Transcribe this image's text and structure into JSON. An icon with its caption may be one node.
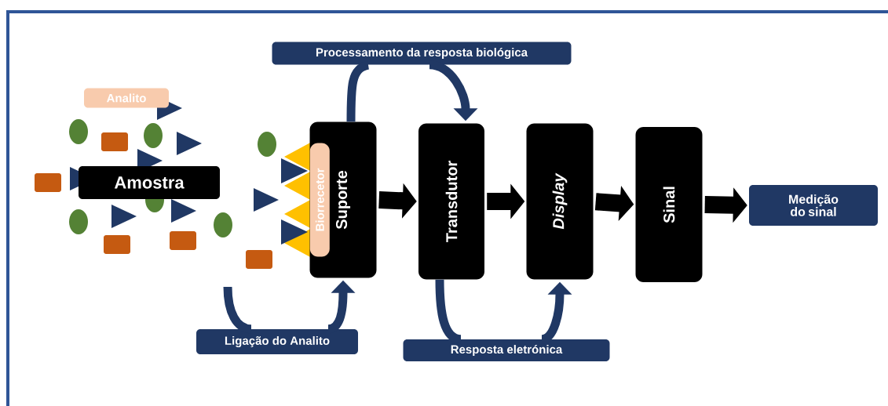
{
  "diagram": {
    "nodes": [
      {
        "text": [
          "Analito"
        ]
      },
      {
        "text": [
          "Amostra"
        ]
      },
      {
        "text": [
          "Suporte"
        ]
      },
      {
        "text": [
          "Biorrecetor"
        ],
        "in": 2
      },
      {
        "text": [
          "Transdutor"
        ]
      },
      {
        "text": [
          "Display"
        ]
      },
      {
        "text": [
          "Sinal"
        ]
      },
      {
        "text": [
          "Medição do sinal"
        ]
      },
      {
        "text": [
          "Processamento da resposta biológica"
        ]
      },
      {
        "text": [
          "Ligação do Analito"
        ]
      },
      {
        "text": [
          "Resposta eletrónica"
        ]
      }
    ],
    "edges": [
      {
        "from": 2,
        "to": 4,
        "arrow": "to",
        "style": "thick",
        "color": "#000000"
      },
      {
        "from": 4,
        "to": 5,
        "arrow": "to",
        "style": "thick",
        "color": "#000000"
      },
      {
        "from": 5,
        "to": 6,
        "arrow": "to",
        "style": "thick",
        "color": "#000000"
      },
      {
        "from": 6,
        "to": 7,
        "arrow": "to",
        "style": "thick",
        "color": "#000000"
      },
      {
        "from": 2,
        "to": 8,
        "arrow": "none"
      },
      {
        "from": 8,
        "to": 4,
        "arrow": "to"
      },
      {
        "from": null,
        "to": 9,
        "arrow": "none"
      },
      {
        "from": 9,
        "to": 2,
        "arrow": "to"
      },
      {
        "from": 4,
        "to": 10,
        "arrow": "none"
      },
      {
        "from": 10,
        "to": 5,
        "arrow": "to"
      }
    ]
  }
}
